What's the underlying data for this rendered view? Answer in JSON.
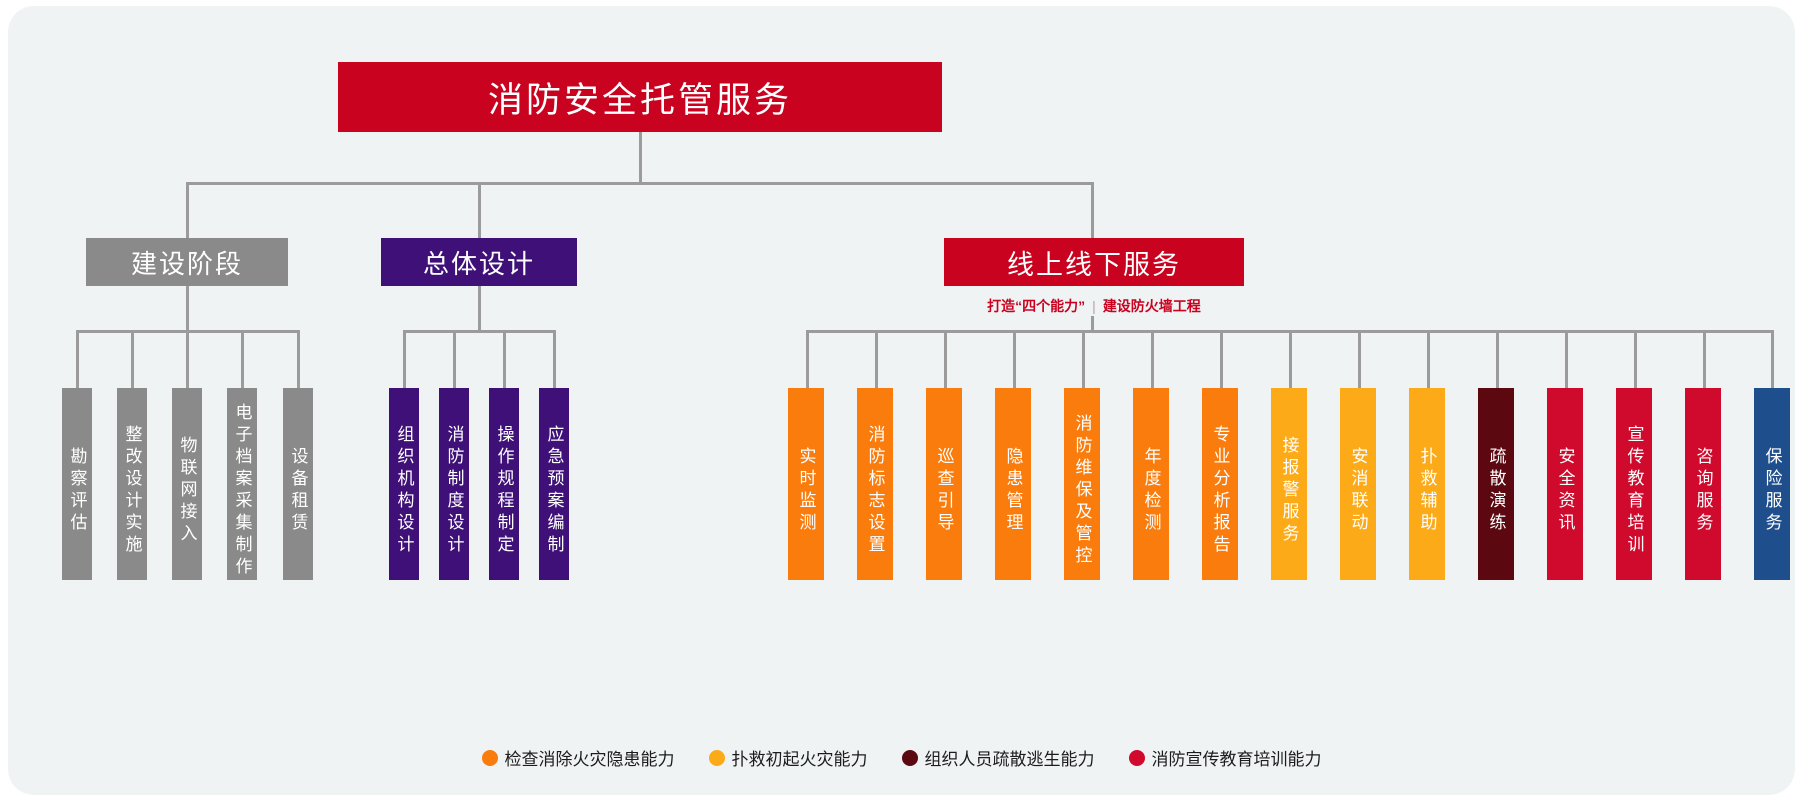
{
  "root": {
    "label": "消防安全托管服务",
    "color": "#c8021f"
  },
  "branches": [
    {
      "id": "construction",
      "label": "建设阶段",
      "color": "#8a8a8a",
      "items": [
        {
          "label": "勘察评估",
          "color": "#8a8a8a"
        },
        {
          "label": "整改设计实施",
          "color": "#8a8a8a"
        },
        {
          "label": "物联网接入",
          "color": "#8a8a8a"
        },
        {
          "label": "电子档案采集制作",
          "color": "#8a8a8a"
        },
        {
          "label": "设备租赁",
          "color": "#8a8a8a"
        }
      ]
    },
    {
      "id": "overall-design",
      "label": "总体设计",
      "color": "#3f1178",
      "items": [
        {
          "label": "组织机构设计",
          "color": "#3f1178"
        },
        {
          "label": "消防制度设计",
          "color": "#3f1178"
        },
        {
          "label": "操作规程制定",
          "color": "#3f1178"
        },
        {
          "label": "应急预案编制",
          "color": "#3f1178"
        }
      ]
    },
    {
      "id": "online-offline-service",
      "label": "线上线下服务",
      "color": "#c8021f",
      "subtitle_left": "打造“四个能力”",
      "subtitle_right": "建设防火墙工程",
      "items": [
        {
          "label": "实时监测",
          "color": "#f97c0c"
        },
        {
          "label": "消防标志设置",
          "color": "#f97c0c"
        },
        {
          "label": "巡查引导",
          "color": "#f97c0c"
        },
        {
          "label": "隐患管理",
          "color": "#f97c0c"
        },
        {
          "label": "消防维保及管控",
          "color": "#f97c0c"
        },
        {
          "label": "年度检测",
          "color": "#f97c0c"
        },
        {
          "label": "专业分析报告",
          "color": "#f97c0c"
        },
        {
          "label": "接报警服务",
          "color": "#fcaa17"
        },
        {
          "label": "安消联动",
          "color": "#fcaa17"
        },
        {
          "label": "扑救辅助",
          "color": "#fcaa17"
        },
        {
          "label": "疏散演练",
          "color": "#5c0810"
        },
        {
          "label": "安全资讯",
          "color": "#cf0a2c"
        },
        {
          "label": "宣传教育培训",
          "color": "#cf0a2c"
        },
        {
          "label": "咨询服务",
          "color": "#cf0a2c"
        },
        {
          "label": "保险服务",
          "color": "#1f4e8c"
        }
      ]
    }
  ],
  "legend": [
    {
      "label": "检查消除火灾隐患能力",
      "color": "#f97c0c"
    },
    {
      "label": "扑救初起火灾能力",
      "color": "#fcaa17"
    },
    {
      "label": "组织人员疏散逃生能力",
      "color": "#5c0810"
    },
    {
      "label": "消防宣传教育培训能力",
      "color": "#cf0a2c"
    }
  ]
}
